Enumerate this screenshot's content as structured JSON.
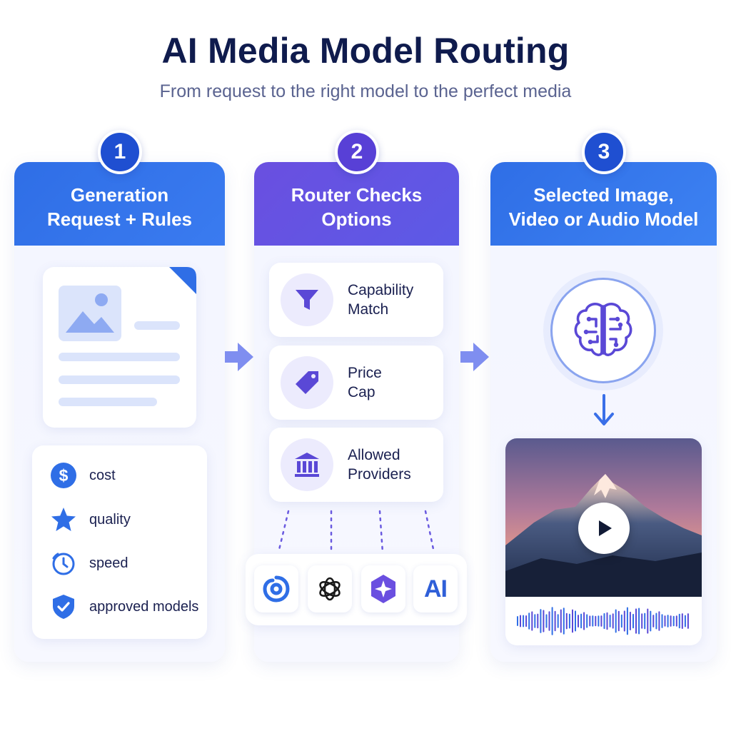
{
  "header": {
    "title": "AI Media Model Routing",
    "subtitle": "From request to the right model to the perfect media"
  },
  "steps": [
    {
      "number": "1",
      "title_line1": "Generation",
      "title_line2": "Request + Rules"
    },
    {
      "number": "2",
      "title_line1": "Router Checks",
      "title_line2": "Options"
    },
    {
      "number": "3",
      "title_line1": "Selected Image,",
      "title_line2": "Video or Audio Model"
    }
  ],
  "criteria": [
    {
      "label": "cost",
      "icon": "dollar-icon"
    },
    {
      "label": "quality",
      "icon": "star-icon"
    },
    {
      "label": "speed",
      "icon": "clock-icon"
    },
    {
      "label": "approved models",
      "icon": "shield-check-icon"
    }
  ],
  "checks": [
    {
      "line1": "Capability",
      "line2": "Match",
      "icon": "funnel-icon"
    },
    {
      "line1": "Price",
      "line2": "Cap",
      "icon": "price-tag-icon"
    },
    {
      "line1": "Allowed",
      "line2": "Providers",
      "icon": "bank-icon"
    }
  ],
  "providers": [
    {
      "icon": "swirl-logo-icon"
    },
    {
      "icon": "openai-logo-icon"
    },
    {
      "icon": "star-hexagon-logo-icon"
    },
    {
      "icon": "ai-logo-icon",
      "text": "AI"
    }
  ],
  "colors": {
    "primary_blue": "#2f6ee6",
    "primary_purple": "#6a4fe0",
    "title": "#0f1b4d",
    "subtitle": "#5a6390"
  }
}
